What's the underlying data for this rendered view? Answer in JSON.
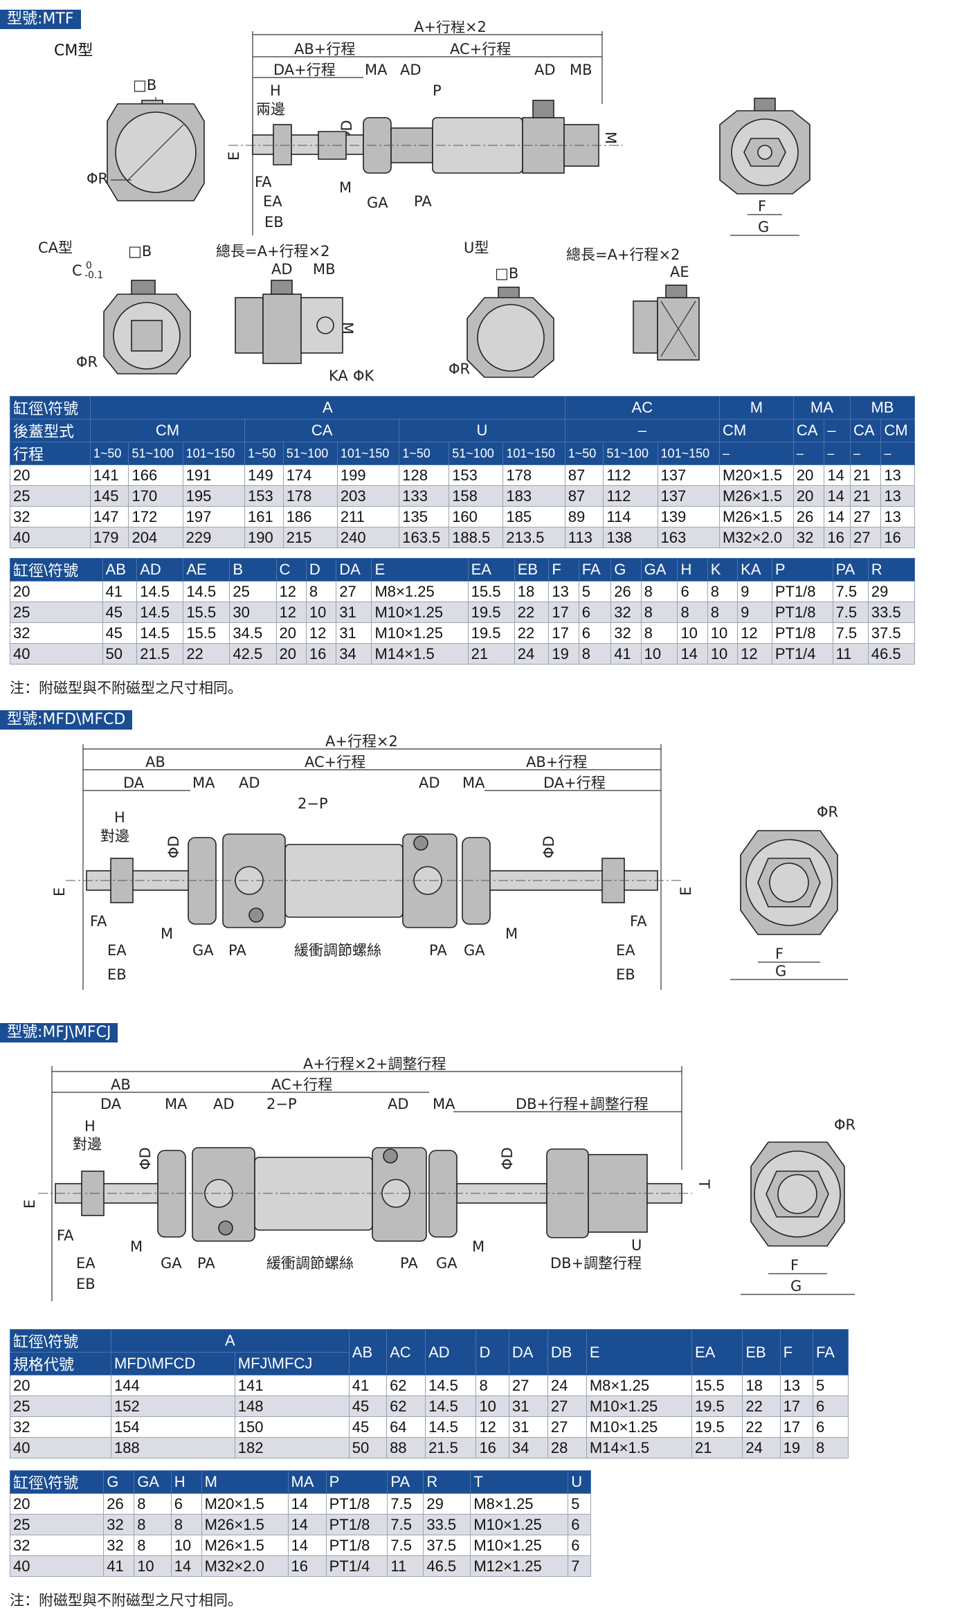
{
  "sections": {
    "mtf": "型號:MTF",
    "mfd": "型號:MFD\\MFCD",
    "mfj": "型號:MFJ\\MFCJ"
  },
  "mtf_fig": {
    "cm_label": "CM型",
    "ca_label": "CA型",
    "u_label": "U型",
    "A_total": "A+行程×2",
    "AB": "AB+行程",
    "AC": "AC+行程",
    "DA": "DA+行程",
    "MA": "MA",
    "AD": "AD",
    "MB": "MB",
    "H": "H",
    "both_sides": "兩邊",
    "P": "P",
    "phiD": "ΦD",
    "E": "E",
    "M": "M",
    "FA": "FA",
    "EA": "EA",
    "EB": "EB",
    "GA": "GA",
    "PA": "PA",
    "sqB": "□B",
    "phiR": "ΦR",
    "F": "F",
    "G": "G",
    "C_tol": "C",
    "tol_top": "0",
    "tol_bot": "-0.1",
    "total_len": "總長=A+行程×2",
    "KA": "KA",
    "phiK": "ΦK",
    "AE": "AE"
  },
  "mfd_fig": {
    "A_total": "A+行程×2",
    "AB": "AB",
    "AC": "AC+行程",
    "AB2": "AB+行程",
    "DA": "DA",
    "MA": "MA",
    "AD": "AD",
    "two_P": "2−P",
    "DA2": "DA+行程",
    "H": "H",
    "opp": "對邊",
    "phiD": "ΦD",
    "E": "E",
    "FA": "FA",
    "M": "M",
    "GA": "GA",
    "PA": "PA",
    "EA": "EA",
    "EB": "EB",
    "cushion": "緩衝調節螺絲",
    "phiR": "ΦR",
    "F": "F",
    "G": "G"
  },
  "mfj_fig": {
    "A_total": "A+行程×2+調整行程",
    "AB": "AB",
    "AC": "AC+行程",
    "DA": "DA",
    "MA": "MA",
    "AD": "AD",
    "two_P": "2−P",
    "DB": "DB+行程+調整行程",
    "H": "H",
    "opp": "對邊",
    "phiD": "ΦD",
    "E": "E",
    "FA": "FA",
    "M": "M",
    "GA": "GA",
    "PA": "PA",
    "EA": "EA",
    "EB": "EB",
    "cushion": "緩衝調節螺絲",
    "T": "T",
    "U": "U",
    "DB2": "DB+調整行程",
    "phiR": "ΦR",
    "F": "F",
    "G": "G"
  },
  "table1": {
    "h1": [
      "缸徑\\符號",
      "A",
      "AC",
      "M",
      "MA",
      "MB"
    ],
    "h2": [
      "後蓋型式",
      "CM",
      "CA",
      "U",
      "–",
      "CM",
      "CA",
      "–",
      "CA",
      "CM"
    ],
    "h3": [
      "行程",
      "1~50",
      "51~100",
      "101~150",
      "1~50",
      "51~100",
      "101~150",
      "1~50",
      "51~100",
      "101~150",
      "1~50",
      "51~100",
      "101~150",
      "–",
      "–",
      "–",
      "–",
      "–"
    ],
    "rows": [
      [
        "20",
        "141",
        "166",
        "191",
        "149",
        "174",
        "199",
        "128",
        "153",
        "178",
        "87",
        "112",
        "137",
        "M20×1.5",
        "20",
        "14",
        "21",
        "13"
      ],
      [
        "25",
        "145",
        "170",
        "195",
        "153",
        "178",
        "203",
        "133",
        "158",
        "183",
        "87",
        "112",
        "137",
        "M26×1.5",
        "20",
        "14",
        "21",
        "13"
      ],
      [
        "32",
        "147",
        "172",
        "197",
        "161",
        "186",
        "211",
        "135",
        "160",
        "185",
        "89",
        "114",
        "139",
        "M26×1.5",
        "26",
        "14",
        "27",
        "13"
      ],
      [
        "40",
        "179",
        "204",
        "229",
        "190",
        "215",
        "240",
        "163.5",
        "188.5",
        "213.5",
        "113",
        "138",
        "163",
        "M32×2.0",
        "32",
        "16",
        "27",
        "16"
      ]
    ]
  },
  "table2": {
    "header": [
      "缸徑\\符號",
      "AB",
      "AD",
      "AE",
      "B",
      "C",
      "D",
      "DA",
      "E",
      "EA",
      "EB",
      "F",
      "FA",
      "G",
      "GA",
      "H",
      "K",
      "KA",
      "P",
      "PA",
      "R"
    ],
    "rows": [
      [
        "20",
        "41",
        "14.5",
        "14.5",
        "25",
        "12",
        "8",
        "27",
        "M8×1.25",
        "15.5",
        "18",
        "13",
        "5",
        "26",
        "8",
        "6",
        "8",
        "9",
        "PT1/8",
        "7.5",
        "29"
      ],
      [
        "25",
        "45",
        "14.5",
        "15.5",
        "30",
        "12",
        "10",
        "31",
        "M10×1.25",
        "19.5",
        "22",
        "17",
        "6",
        "32",
        "8",
        "8",
        "8",
        "9",
        "PT1/8",
        "7.5",
        "33.5"
      ],
      [
        "32",
        "45",
        "14.5",
        "15.5",
        "34.5",
        "20",
        "12",
        "31",
        "M10×1.25",
        "19.5",
        "22",
        "17",
        "6",
        "32",
        "8",
        "10",
        "10",
        "12",
        "PT1/8",
        "7.5",
        "37.5"
      ],
      [
        "40",
        "50",
        "21.5",
        "22",
        "42.5",
        "20",
        "16",
        "34",
        "M14×1.5",
        "21",
        "24",
        "19",
        "8",
        "41",
        "10",
        "14",
        "10",
        "12",
        "PT1/4",
        "11",
        "46.5"
      ]
    ]
  },
  "note1": "注：附磁型與不附磁型之尺寸相同。",
  "table3": {
    "h1": [
      "缸徑\\符號",
      "A",
      "AB",
      "AC",
      "AD",
      "D",
      "DA",
      "DB",
      "E",
      "EA",
      "EB",
      "F",
      "FA"
    ],
    "h2": [
      "規格代號",
      "MFD\\MFCD",
      "MFJ\\MFCJ"
    ],
    "rows": [
      [
        "20",
        "144",
        "141",
        "41",
        "62",
        "14.5",
        "8",
        "27",
        "24",
        "M8×1.25",
        "15.5",
        "18",
        "13",
        "5"
      ],
      [
        "25",
        "152",
        "148",
        "45",
        "62",
        "14.5",
        "10",
        "31",
        "27",
        "M10×1.25",
        "19.5",
        "22",
        "17",
        "6"
      ],
      [
        "32",
        "154",
        "150",
        "45",
        "64",
        "14.5",
        "12",
        "31",
        "27",
        "M10×1.25",
        "19.5",
        "22",
        "17",
        "6"
      ],
      [
        "40",
        "188",
        "182",
        "50",
        "88",
        "21.5",
        "16",
        "34",
        "28",
        "M14×1.5",
        "21",
        "24",
        "19",
        "8"
      ]
    ]
  },
  "table4": {
    "header": [
      "缸徑\\符號",
      "G",
      "GA",
      "H",
      "M",
      "MA",
      "P",
      "PA",
      "R",
      "T",
      "U"
    ],
    "rows": [
      [
        "20",
        "26",
        "8",
        "6",
        "M20×1.5",
        "14",
        "PT1/8",
        "7.5",
        "29",
        "M8×1.25",
        "5"
      ],
      [
        "25",
        "32",
        "8",
        "8",
        "M26×1.5",
        "14",
        "PT1/8",
        "7.5",
        "33.5",
        "M10×1.25",
        "6"
      ],
      [
        "32",
        "32",
        "8",
        "10",
        "M26×1.5",
        "14",
        "PT1/8",
        "7.5",
        "37.5",
        "M10×1.25",
        "6"
      ],
      [
        "40",
        "41",
        "10",
        "14",
        "M32×2.0",
        "16",
        "PT1/4",
        "11",
        "46.5",
        "M12×1.25",
        "7"
      ]
    ]
  },
  "note2": "注：附磁型與不附磁型之尺寸相同。"
}
